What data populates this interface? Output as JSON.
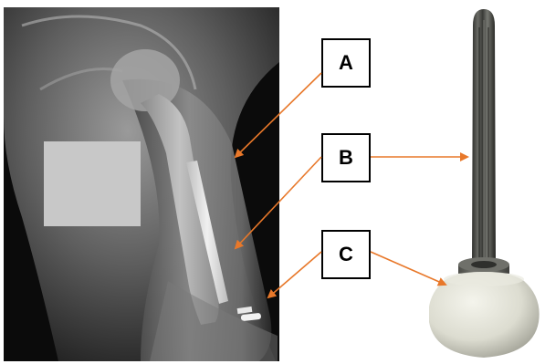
{
  "labels": {
    "a": "A",
    "b": "B",
    "c": "C"
  },
  "colors": {
    "arrow": "#E8782A",
    "xray_background": "#0a0a0a",
    "redaction_box": "#c8c8c8"
  }
}
